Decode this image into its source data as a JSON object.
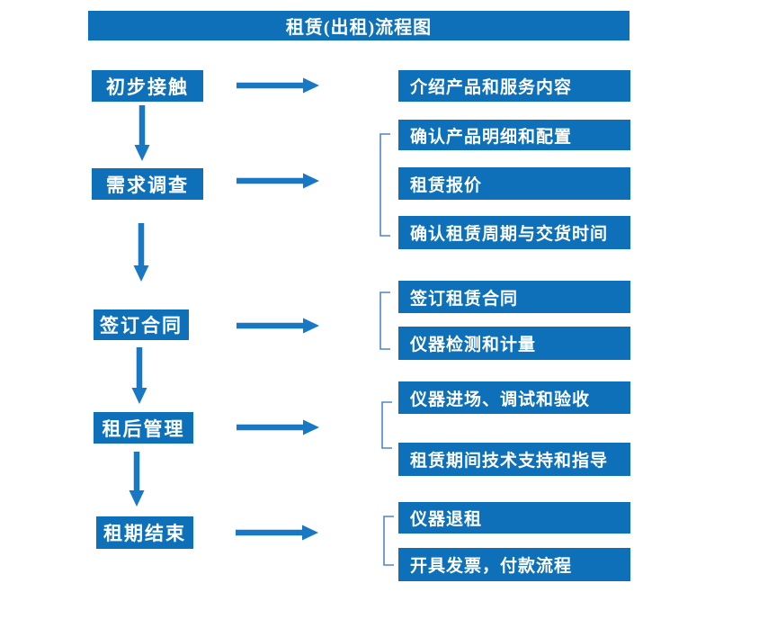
{
  "title": "租赁(出租)流程图",
  "colors": {
    "box": "#0d70b9",
    "arrow": "#1878c4",
    "bracket": "#4f86c6",
    "text": "#ffffff",
    "bg": "#ffffff"
  },
  "flow": {
    "steps": [
      {
        "label": "初步接触",
        "outputs": [
          "介绍产品和服务内容"
        ]
      },
      {
        "label": "需求调查",
        "outputs": [
          "确认产品明细和配置",
          "租赁报价",
          "确认租赁周期与交货时间"
        ]
      },
      {
        "label": "签订合同",
        "outputs": [
          "签订租赁合同",
          "仪器检测和计量"
        ]
      },
      {
        "label": "租后管理",
        "outputs": [
          "仪器进场、调试和验收",
          "租赁期间技术支持和指导"
        ]
      },
      {
        "label": "租期结束",
        "outputs": [
          "仪器退租",
          "开具发票，付款流程"
        ]
      }
    ]
  }
}
